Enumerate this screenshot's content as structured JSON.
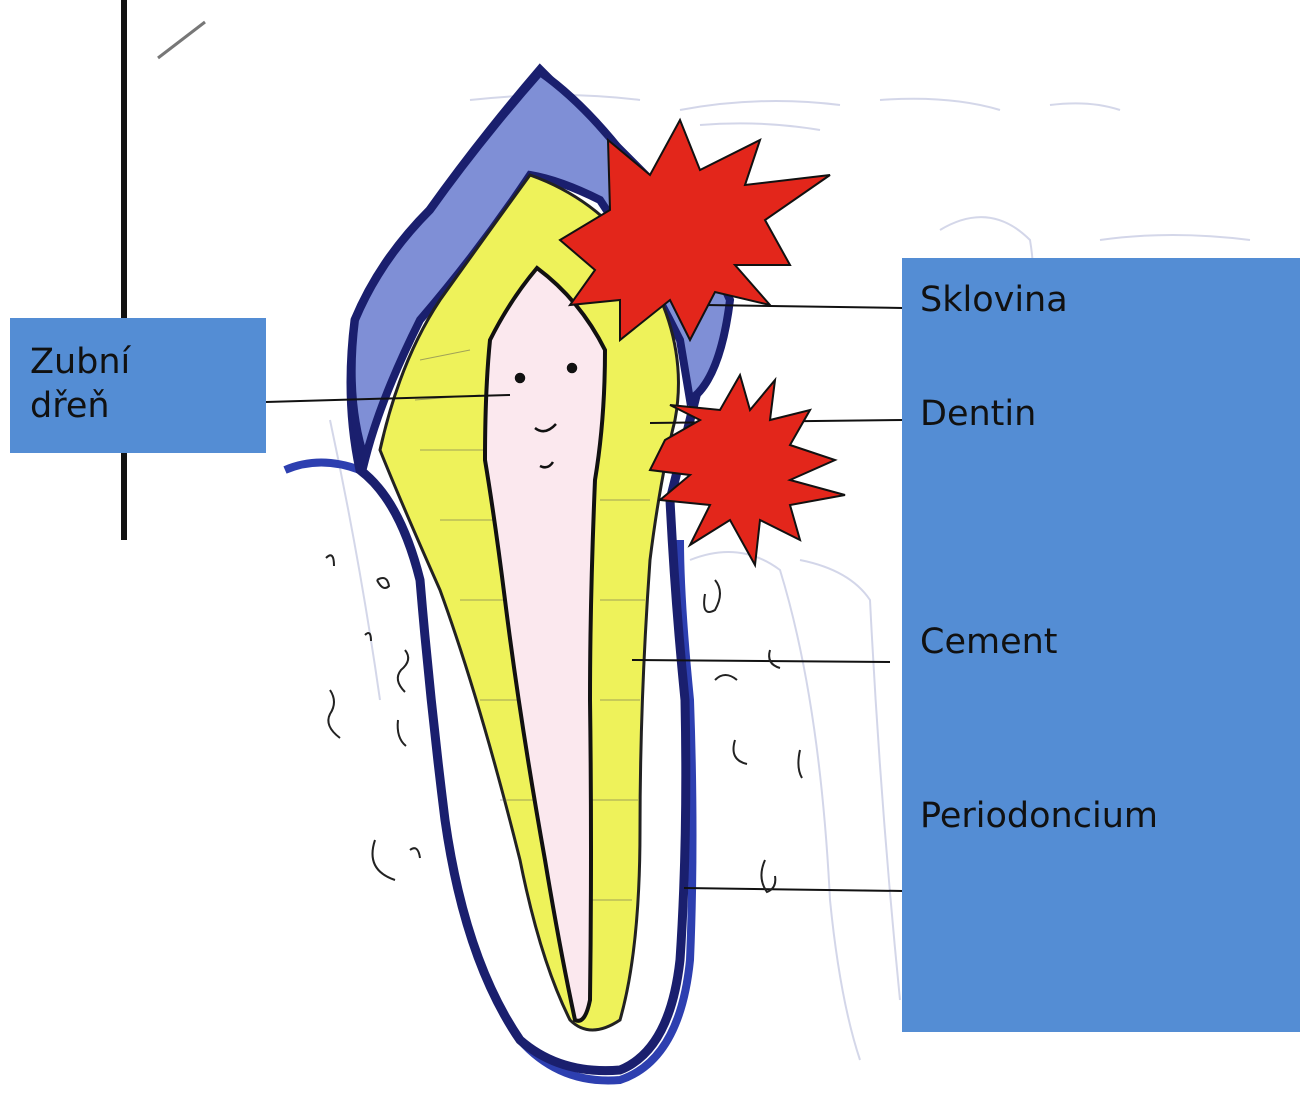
{
  "labels": {
    "pulp": "Zubní\ndřeň",
    "enamel": "Sklovina",
    "dentin": "Dentin",
    "cement": "Cement",
    "periodontium": "Periodoncium"
  },
  "colors": {
    "label_box": "#548dd4",
    "enamel_fill": "#7f8fd6",
    "dentin_fill": "#eef25a",
    "pulp_fill": "#fbe8ee",
    "outline": "#1a1f6e",
    "burst": "#e3261b"
  },
  "icons": [
    "pain-burst-icon",
    "pulp-face-icon"
  ]
}
